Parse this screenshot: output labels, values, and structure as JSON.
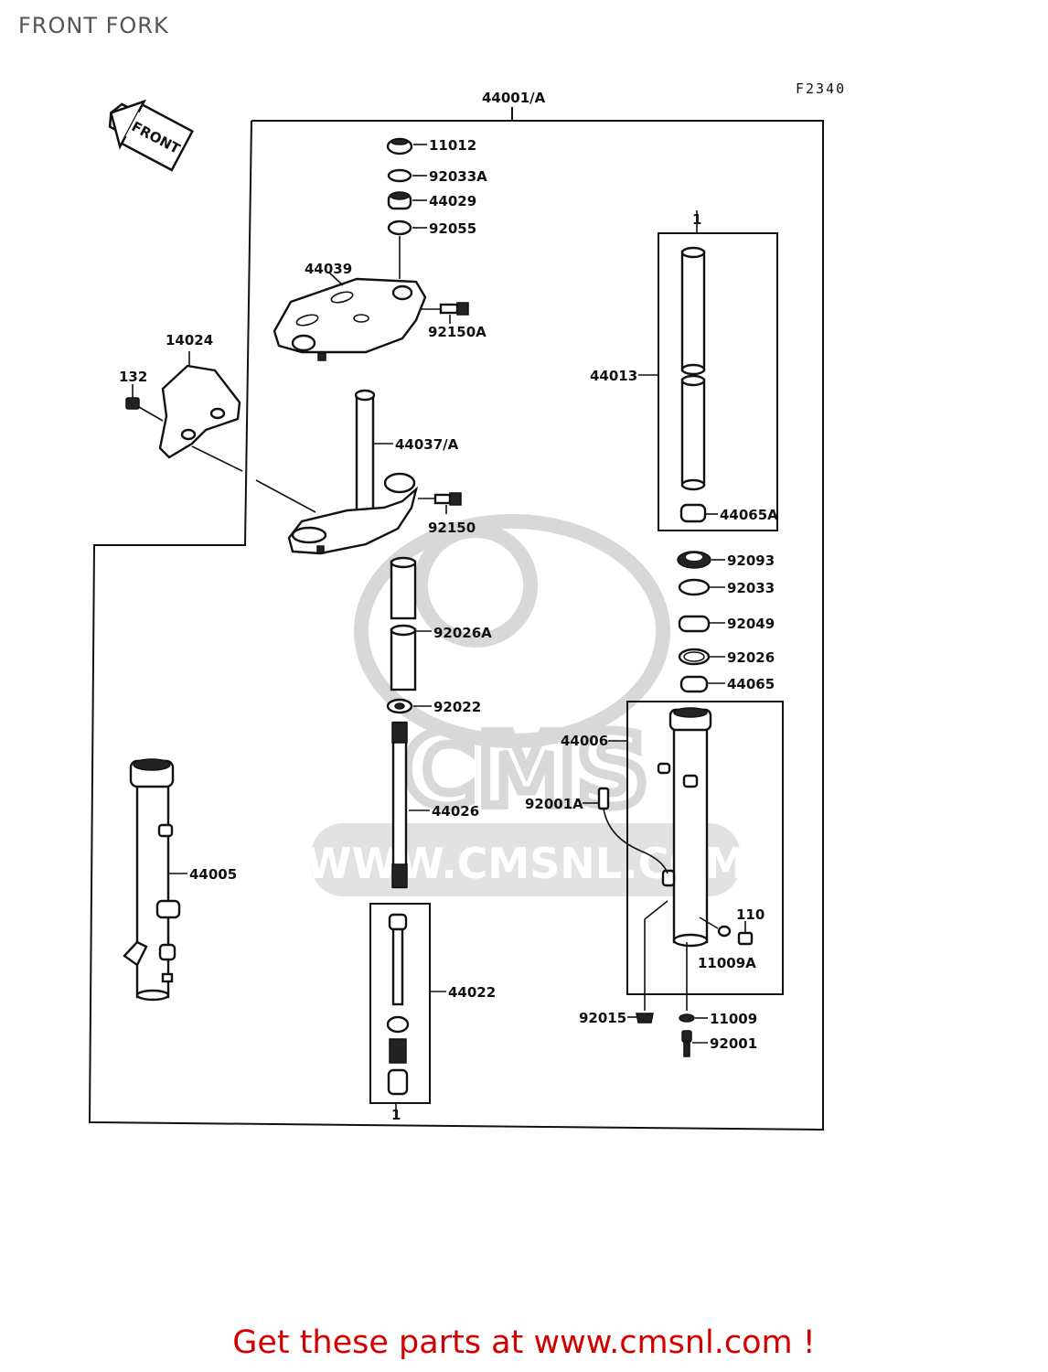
{
  "title": "FRONT FORK",
  "figure_code": "F2340",
  "front_arrow_label": "FRONT",
  "watermark": {
    "brand": "CMS",
    "url": "WWW.CMSNL.COM"
  },
  "footer": {
    "text": "Get these parts at www.cmsnl.com !"
  },
  "parts": {
    "p44001A": "44001/A",
    "p11012": "11012",
    "p92033A": "92033A",
    "p44029": "44029",
    "p92055": "92055",
    "p44039": "44039",
    "p92150A": "92150A",
    "p14024": "14024",
    "p132": "132",
    "p44037A": "44037/A",
    "p92150": "92150",
    "p1top": "1",
    "p44013": "44013",
    "p44065A": "44065A",
    "p92093": "92093",
    "p92033": "92033",
    "p92049": "92049",
    "p92026": "92026",
    "p44065": "44065",
    "p92026A": "92026A",
    "p92022": "92022",
    "p44006": "44006",
    "p44026": "44026",
    "p92001A": "92001A",
    "p44005": "44005",
    "p110": "110",
    "p11009A": "11009A",
    "p44022": "44022",
    "p92015": "92015",
    "p11009": "11009",
    "p92001": "92001",
    "p1bottom": "1"
  }
}
